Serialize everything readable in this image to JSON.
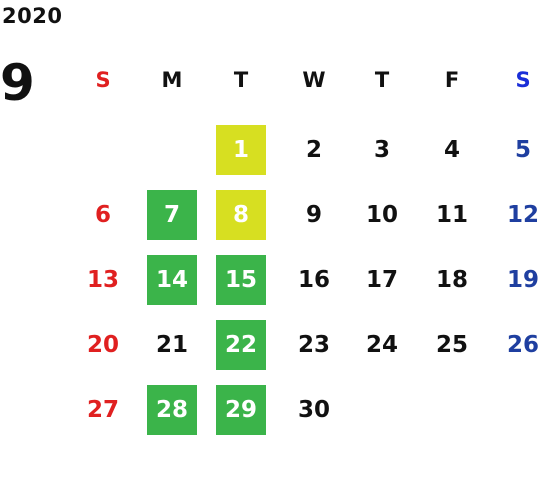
{
  "year": "2020",
  "month": "9",
  "weekdays": [
    "S",
    "M",
    "T",
    "W",
    "T",
    "F",
    "S"
  ],
  "weeks": [
    [
      "",
      "",
      "1",
      "2",
      "3",
      "4",
      "5"
    ],
    [
      "6",
      "7",
      "8",
      "9",
      "10",
      "11",
      "12"
    ],
    [
      "13",
      "14",
      "15",
      "16",
      "17",
      "18",
      "19"
    ],
    [
      "20",
      "21",
      "22",
      "23",
      "24",
      "25",
      "26"
    ],
    [
      "27",
      "28",
      "29",
      "30",
      "",
      "",
      ""
    ]
  ],
  "highlights": {
    "yellow": [
      "1",
      "8"
    ],
    "green": [
      "7",
      "14",
      "15",
      "22",
      "28",
      "29"
    ]
  },
  "colors": {
    "sunday": "#e02020",
    "saturday": "#1f3fa0",
    "yellow_highlight": "#d7df21",
    "green_highlight": "#3bb44a"
  }
}
